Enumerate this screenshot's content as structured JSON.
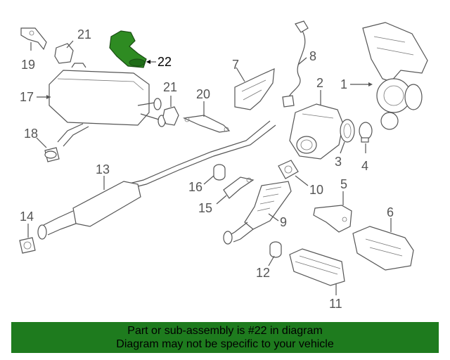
{
  "diagram": {
    "labels": {
      "p1": "1",
      "p2": "2",
      "p3": "3",
      "p4": "4",
      "p5": "5",
      "p6": "6",
      "p7": "7",
      "p8": "8",
      "p9": "9",
      "p10": "10",
      "p11": "11",
      "p12": "12",
      "p13": "13",
      "p14": "14",
      "p15": "15",
      "p16": "16",
      "p17": "17",
      "p18": "18",
      "p19": "19",
      "p20": "20",
      "p21a": "21",
      "p21b": "21",
      "p22": "22"
    },
    "highlight_color": "#2e8b22"
  },
  "banner": {
    "line1": "Part or sub-assembly is #22 in diagram",
    "line2": "Diagram may not be specific to your vehicle",
    "color": "#1e7b1e"
  }
}
